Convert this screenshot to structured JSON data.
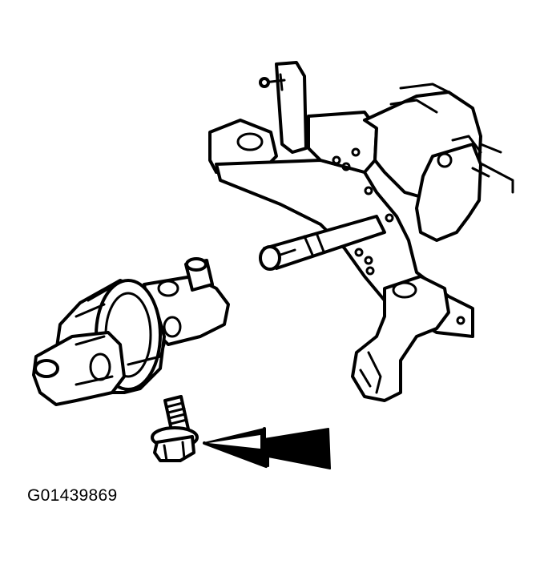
{
  "figure_id": "G01439869",
  "colors": {
    "ink": "#000000",
    "paper": "#ffffff"
  },
  "parts": [
    "steering-column-bracket",
    "steering-shaft",
    "intermediate-shaft-joint",
    "bolt",
    "direction-arrow"
  ]
}
